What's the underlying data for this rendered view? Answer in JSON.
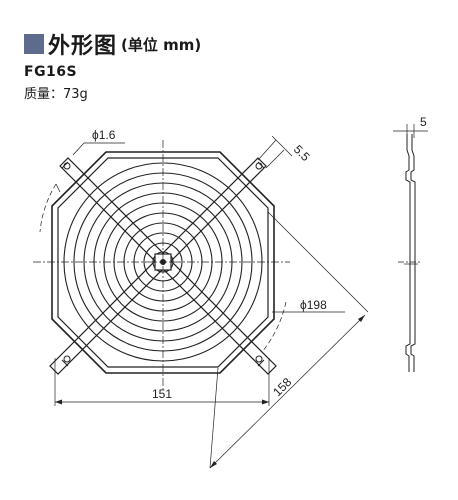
{
  "header": {
    "title": "外形图",
    "unit": "(单位 mm)",
    "accent_color": "#5d6b8c"
  },
  "model": "FG16S",
  "mass": "质量：73g",
  "dimensions": {
    "wire_diameter": "ϕ1.6",
    "slot_width": "5.5",
    "ring_diameter": "ϕ198",
    "width": "151",
    "diagonal": "158",
    "side_thickness": "5"
  }
}
